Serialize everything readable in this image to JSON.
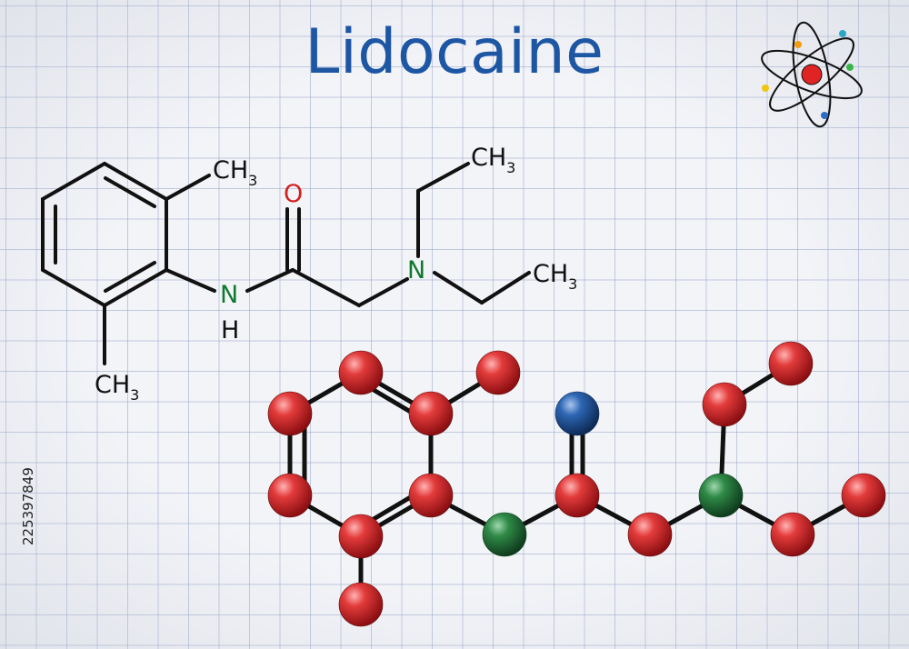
{
  "title": "Lidocaine",
  "stock_id": "225397849",
  "structural_formula": {
    "labels": {
      "methyl_top": "CH",
      "methyl_top_sub": "3",
      "methyl_bottom": "CH",
      "methyl_bottom_sub": "3",
      "carbonyl_oxygen": "O",
      "amide_nitrogen": "N",
      "amide_hydrogen": "H",
      "amine_nitrogen": "N",
      "ethyl_top": "CH",
      "ethyl_top_sub": "3",
      "ethyl_right": "CH",
      "ethyl_right_sub": "3"
    }
  },
  "colors": {
    "title": "#1d56a3",
    "carbon_atom": "#d3262b",
    "nitrogen_atom": "#1f6b35",
    "oxygen_atom": "#1f4f8c",
    "bond": "#111111",
    "oxygen_label": "#d21f1f",
    "nitrogen_label": "#0f7a2e"
  },
  "icons": {
    "atom_logo": "atom-icon"
  }
}
